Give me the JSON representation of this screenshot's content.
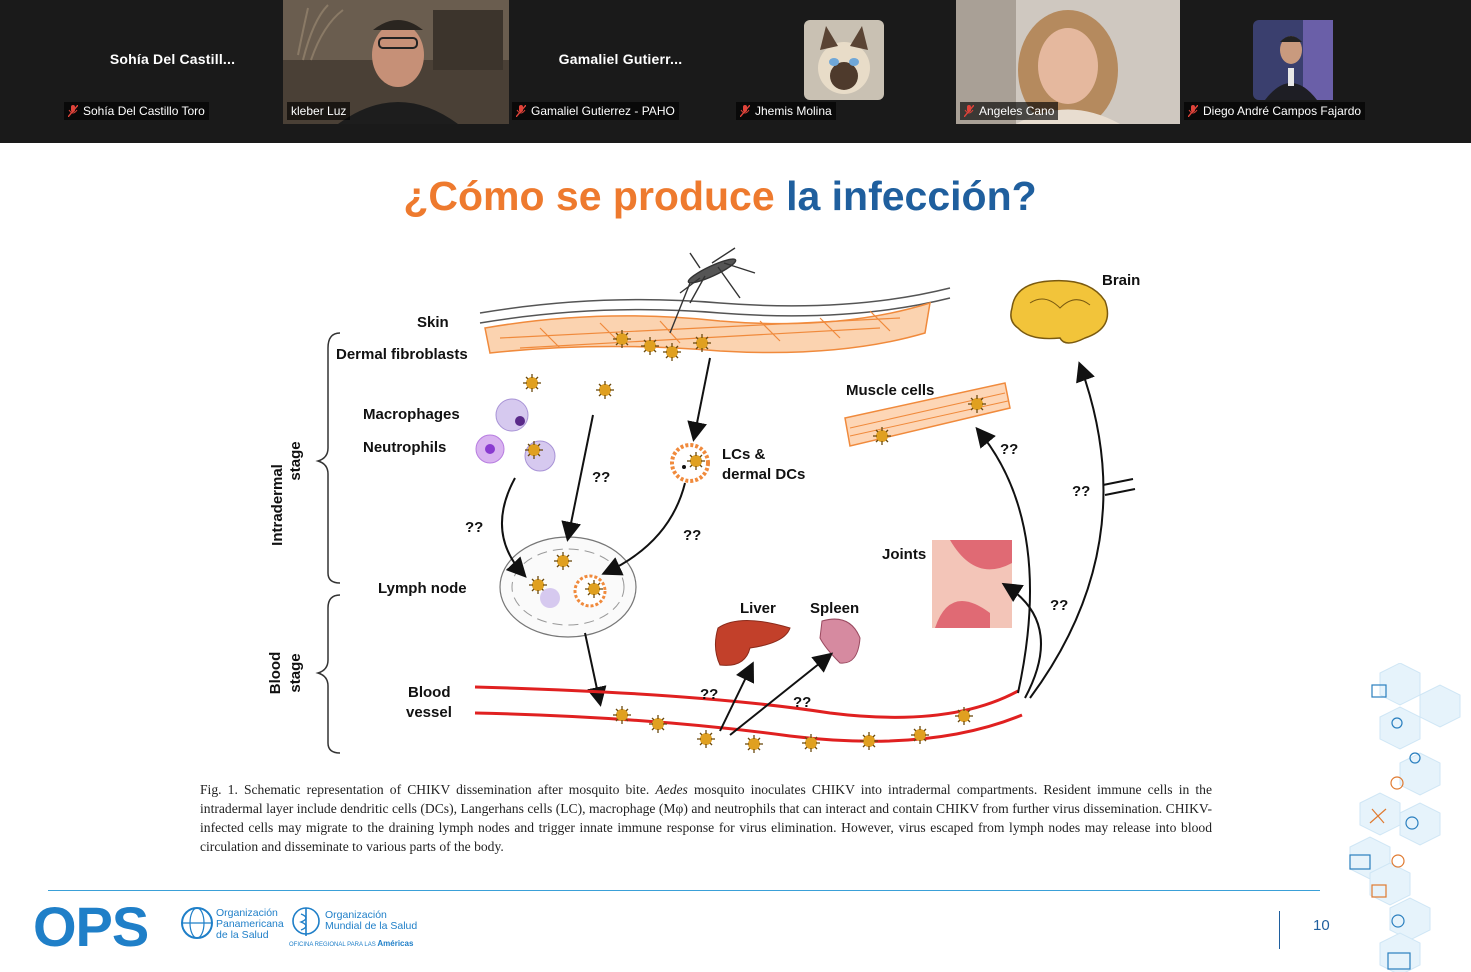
{
  "participants": [
    {
      "big_name": "Sohía  Del  Castill...",
      "label": "Sohía Del Castillo Toro",
      "video": false
    },
    {
      "label": "kleber Luz",
      "video": true,
      "active": true
    },
    {
      "big_name": "Gamaliel  Gutierr...",
      "label": "Gamaliel Gutierrez - PAHO",
      "video": false
    },
    {
      "label": "Jhemis Molina",
      "video": false,
      "avatar": "cat-photo"
    },
    {
      "label": "Angeles Cano",
      "video": true
    },
    {
      "label": "Diego André Campos Fajardo",
      "video": false,
      "avatar": "person-photo"
    }
  ],
  "slide": {
    "title_part1": "¿Cómo se produce",
    "title_part2": "la infección?",
    "page_number": "10",
    "caption_prefix": "Fig. 1. Schematic representation of CHIKV dissemination after mosquito bite. ",
    "caption_italic": "Aedes",
    "caption_rest": " mosquito inoculates CHIKV into intradermal compartments. Resident immune cells in the intradermal layer include dendritic cells (DCs), Langerhans cells (LC), macrophage (Mφ) and neutrophils that can interact and contain CHIKV from further virus dissemination. CHIKV-infected cells may migrate to the draining lymph nodes and trigger innate immune response for virus elimination. However, virus escaped from lymph nodes may release into blood circulation and disseminate to various parts of the body."
  },
  "figure": {
    "skin": "Skin",
    "dermal_fibroblasts": "Dermal fibroblasts",
    "macrophages": "Macrophages",
    "neutrophils": "Neutrophils",
    "lcs_line1": "LCs &",
    "lcs_line2": "dermal DCs",
    "lymph_node": "Lymph node",
    "blood_line1": "Blood",
    "blood_line2": "vessel",
    "liver": "Liver",
    "spleen": "Spleen",
    "joints": "Joints",
    "muscle_cells": "Muscle cells",
    "brain": "Brain",
    "intradermal_line1": "Intradermal",
    "intradermal_line2": "stage",
    "blood_stage_line1": "Blood",
    "blood_stage_line2": "stage",
    "unknown": "??"
  },
  "footer": {
    "ops_logo": "OPS",
    "org1_line1": "Organización",
    "org1_line2": "Panamericana",
    "org1_line3": "de la Salud",
    "org2_line1": "Organización",
    "org2_line2": "Mundial de la Salud",
    "org2_sub_small": "OFICINA REGIONAL PARA LAS",
    "org2_sub_big": "Américas"
  },
  "colors": {
    "title_orange": "#ee7a2e",
    "title_blue": "#1f5f9e",
    "ops_blue": "#1f7fc8",
    "active_speaker": "#2bd46a",
    "strip_bg": "#1a1a1a",
    "muted_mic": "#e0433a"
  }
}
